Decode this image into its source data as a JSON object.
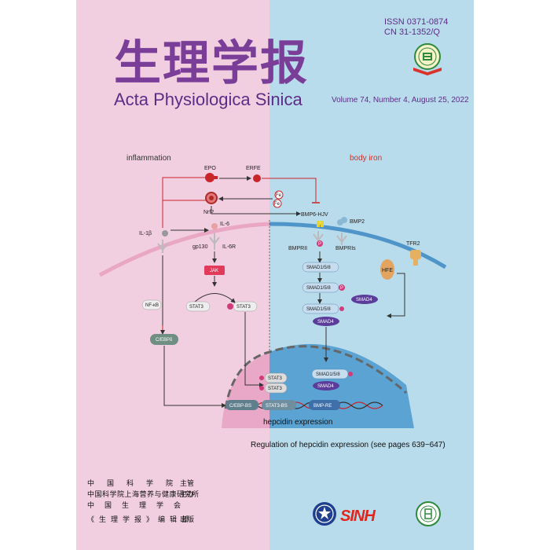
{
  "journal": {
    "title_cn": "生理学报",
    "title_en": "Acta Physiologica Sinica",
    "issn": "ISSN  0371-0874",
    "cn": "CN  31-1352/Q",
    "volume": "Volume  74, Number 4, August 25, 2022"
  },
  "diagram": {
    "region_left": "inflammation",
    "region_right": "body iron",
    "labels": {
      "epo": "EPO",
      "erfe": "ERFE",
      "nrf2": "Nrf2",
      "fe1": "Fe",
      "fe2": "Fe",
      "bmp6_hjv": "BMP6-HJV",
      "bmp2": "BMP2",
      "il1b": "IL-1β",
      "il6": "IL-6",
      "gp130": "gp130",
      "il6r": "IL-6R",
      "bmprii": "BMPRII",
      "bmpri": "BMPRIs",
      "tfr2": "TFR2",
      "hfe": "HFE",
      "p": "P",
      "smad158_a": "SMAD1/5/8",
      "smad158_b": "SMAD1/5/8",
      "smad158_c": "SMAD1/5/8",
      "smad4_a": "SMAD4",
      "smad4_b": "SMAD4",
      "jak": "JAK",
      "stat3": "STAT3",
      "pstat3": "STAT3",
      "nfkb": "NF-κB",
      "cebpd": "C/EBPδ",
      "stat3_n1": "STAT3",
      "stat3_n2": "STAT3",
      "smad158_n": "SMAD1/5/8",
      "smad4_n": "SMAD4",
      "cebp_bs": "C/EBP-BS",
      "stat3_bs": "STAT3-BS",
      "bmp_re": "BMP-RE",
      "hepcidin": "hepcidin expression"
    }
  },
  "caption": "Regulation of hepcidin expression (see pages 639−647)",
  "publishers": {
    "line1": "中国科学院",
    "line1_role": "主管",
    "line2": "中国科学院上海营养与健康研究所",
    "line2_role": "主办",
    "line3": "中国生理学会",
    "line4": "《生理学报》编辑部",
    "line4_role": "出版"
  },
  "logos": {
    "sinh": "SINH",
    "society_logo_icon": "society-seal-icon",
    "cas_logo_icon": "cas-emblem-icon",
    "cps_logo_icon": "cps-emblem-icon"
  },
  "colors": {
    "left_bg": "#f2cfe0",
    "right_bg": "#b9dcec",
    "title": "#7a3d98",
    "accent_red": "#d0302a"
  }
}
